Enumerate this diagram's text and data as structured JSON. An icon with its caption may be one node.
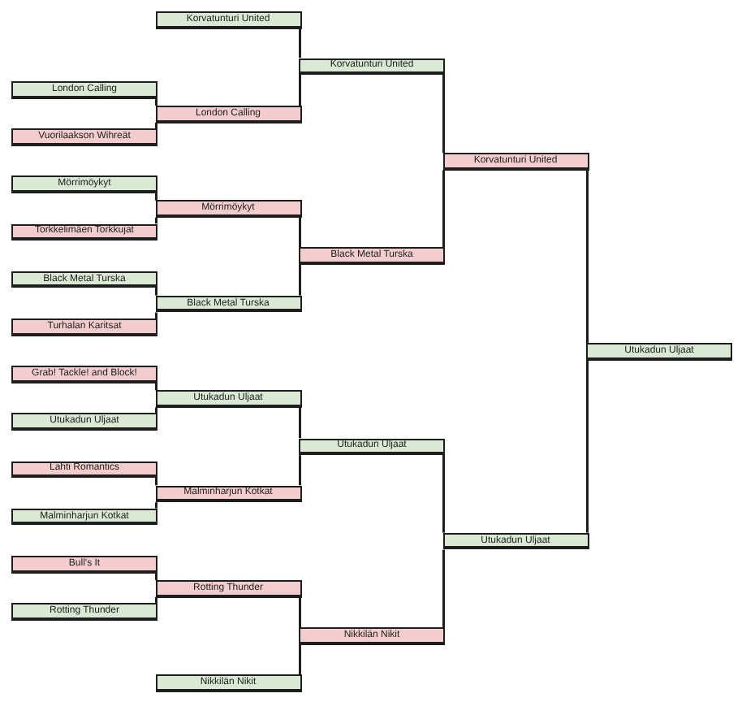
{
  "diagram": {
    "nodes": [
      {
        "text": [
          "London Calling"
        ]
      },
      {
        "text": [
          "Vuorilaakson Wihreät"
        ]
      },
      {
        "text": [
          "Mörrimöykyt"
        ]
      },
      {
        "text": [
          "Torkkelimäen Torkkujat"
        ]
      },
      {
        "text": [
          "Black Metal Turska"
        ]
      },
      {
        "text": [
          "Turhalan Karitsat"
        ]
      },
      {
        "text": [
          "Grab! Tackle! and Block!"
        ]
      },
      {
        "text": [
          "Utukadun Uljaat"
        ]
      },
      {
        "text": [
          "Lahti Romantics"
        ]
      },
      {
        "text": [
          "Malminharjun Kotkat"
        ]
      },
      {
        "text": [
          "Bull's It"
        ]
      },
      {
        "text": [
          "Rotting Thunder"
        ]
      },
      {
        "text": [
          "Korvatunturi United"
        ]
      },
      {
        "text": [
          "London Calling"
        ]
      },
      {
        "text": [
          "Mörrimöykyt"
        ]
      },
      {
        "text": [
          "Black Metal Turska"
        ]
      },
      {
        "text": [
          "Utukadun Uljaat"
        ]
      },
      {
        "text": [
          "Malminharjun Kotkat"
        ]
      },
      {
        "text": [
          "Rotting Thunder"
        ]
      },
      {
        "text": [
          "Nikkilän Nikit"
        ]
      },
      {
        "text": [
          "Korvatunturi United"
        ]
      },
      {
        "text": [
          "Black Metal Turska"
        ]
      },
      {
        "text": [
          "Utukadun Uljaat"
        ]
      },
      {
        "text": [
          "Nikkilän Nikit"
        ]
      },
      {
        "text": [
          "Korvatunturi United"
        ]
      },
      {
        "text": [
          "Utukadun Uljaat"
        ]
      },
      {
        "text": [
          "Utukadun Uljaat"
        ]
      }
    ],
    "edges": [
      {
        "from": 0,
        "to": 13,
        "arrow": "none"
      },
      {
        "from": 1,
        "to": 13,
        "arrow": "none"
      },
      {
        "from": 2,
        "to": 14,
        "arrow": "none"
      },
      {
        "from": 3,
        "to": 14,
        "arrow": "none"
      },
      {
        "from": 4,
        "to": 15,
        "arrow": "none"
      },
      {
        "from": 5,
        "to": 15,
        "arrow": "none"
      },
      {
        "from": 6,
        "to": 16,
        "arrow": "none"
      },
      {
        "from": 7,
        "to": 16,
        "arrow": "none"
      },
      {
        "from": 8,
        "to": 17,
        "arrow": "none"
      },
      {
        "from": 9,
        "to": 17,
        "arrow": "none"
      },
      {
        "from": 10,
        "to": 18,
        "arrow": "none"
      },
      {
        "from": 11,
        "to": 18,
        "arrow": "none"
      },
      {
        "from": 12,
        "to": 20,
        "arrow": "none"
      },
      {
        "from": 13,
        "to": 20,
        "arrow": "none"
      },
      {
        "from": 14,
        "to": 21,
        "arrow": "none"
      },
      {
        "from": 15,
        "to": 21,
        "arrow": "none"
      },
      {
        "from": 16,
        "to": 22,
        "arrow": "none"
      },
      {
        "from": 17,
        "to": 22,
        "arrow": "none"
      },
      {
        "from": 18,
        "to": 23,
        "arrow": "none"
      },
      {
        "from": 19,
        "to": 23,
        "arrow": "none"
      },
      {
        "from": 20,
        "to": 24,
        "arrow": "none"
      },
      {
        "from": 21,
        "to": 24,
        "arrow": "none"
      },
      {
        "from": 22,
        "to": 25,
        "arrow": "none"
      },
      {
        "from": 23,
        "to": 25,
        "arrow": "none"
      },
      {
        "from": 24,
        "to": 26,
        "arrow": "none"
      },
      {
        "from": 25,
        "to": 26,
        "arrow": "none"
      }
    ]
  }
}
